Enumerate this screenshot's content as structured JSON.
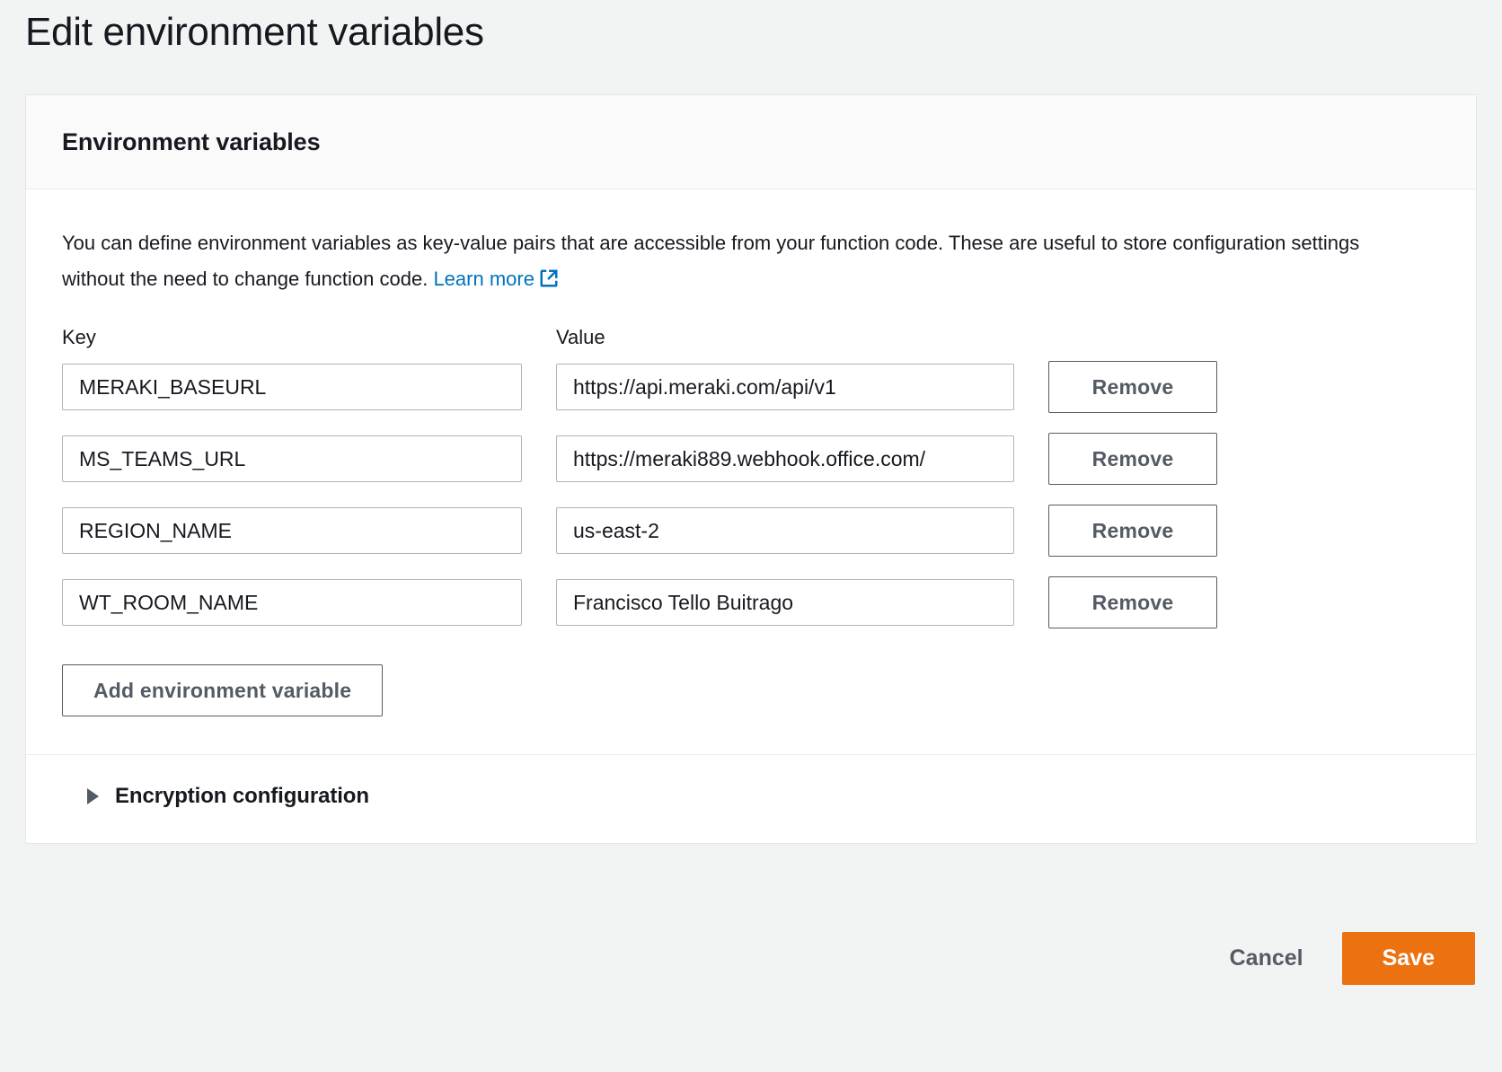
{
  "page": {
    "title": "Edit environment variables"
  },
  "panel": {
    "header_title": "Environment variables",
    "description_part1": "You can define environment variables as key-value pairs that are accessible from your function code. These are useful to store configuration settings without the need to change function code.",
    "learn_more_label": "Learn more",
    "learn_more_icon": "external-link-icon"
  },
  "columns": {
    "key_label": "Key",
    "value_label": "Value"
  },
  "variables": [
    {
      "key": "MERAKI_BASEURL",
      "value": "https://api.meraki.com/api/v1",
      "remove_label": "Remove"
    },
    {
      "key": "MS_TEAMS_URL",
      "value": "https://meraki889.webhook.office.com/",
      "remove_label": "Remove"
    },
    {
      "key": "REGION_NAME",
      "value": "us-east-2",
      "remove_label": "Remove"
    },
    {
      "key": "WT_ROOM_NAME",
      "value": "Francisco Tello Buitrago",
      "remove_label": "Remove"
    }
  ],
  "add_button": {
    "label": "Add environment variable"
  },
  "encryption": {
    "label": "Encryption configuration",
    "caret_icon": "caret-right-icon",
    "expanded": false
  },
  "footer": {
    "cancel_label": "Cancel",
    "save_label": "Save"
  },
  "colors": {
    "save_button": "#ec7211",
    "link": "#0073bb",
    "text": "#16191f",
    "muted_text": "#545b64",
    "page_background": "#f2f3f3",
    "panel_background": "#ffffff",
    "input_border": "#aab7b8"
  }
}
